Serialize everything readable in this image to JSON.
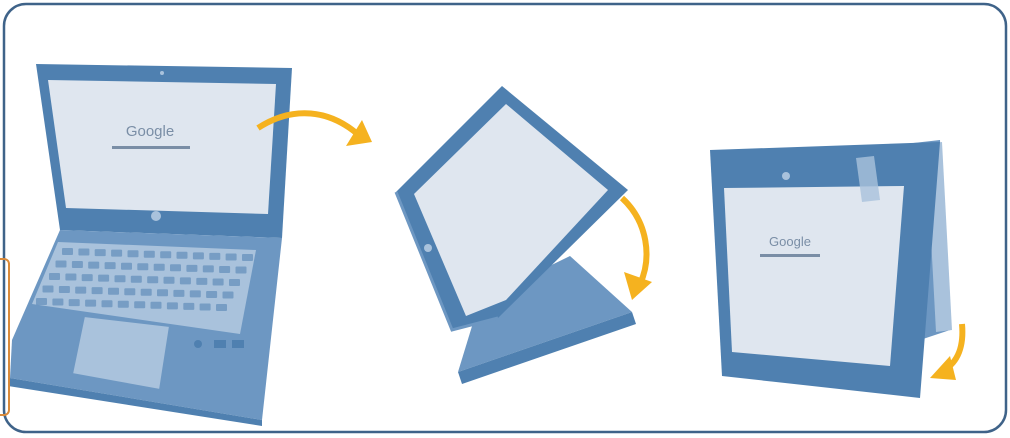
{
  "frame": {
    "border_color": "#3f6389",
    "background": "#ffffff"
  },
  "colors": {
    "device_dark": "#4f80b0",
    "device_mid": "#6d97c2",
    "device_light": "#a9c2dc",
    "screen": "#dfe6ef",
    "screen_text": "#7a8ea6",
    "arrow": "#f5b21f",
    "side_tab": "#d98a3a"
  },
  "panels": [
    {
      "mode": "laptop",
      "screen_logo": "Google",
      "arrow": "hinge-rotate-right-icon"
    },
    {
      "mode": "tent-tablet",
      "screen_logo": "",
      "arrow": "fold-down-icon"
    },
    {
      "mode": "tent",
      "screen_logo": "Google",
      "arrow": "fold-back-icon"
    }
  ]
}
